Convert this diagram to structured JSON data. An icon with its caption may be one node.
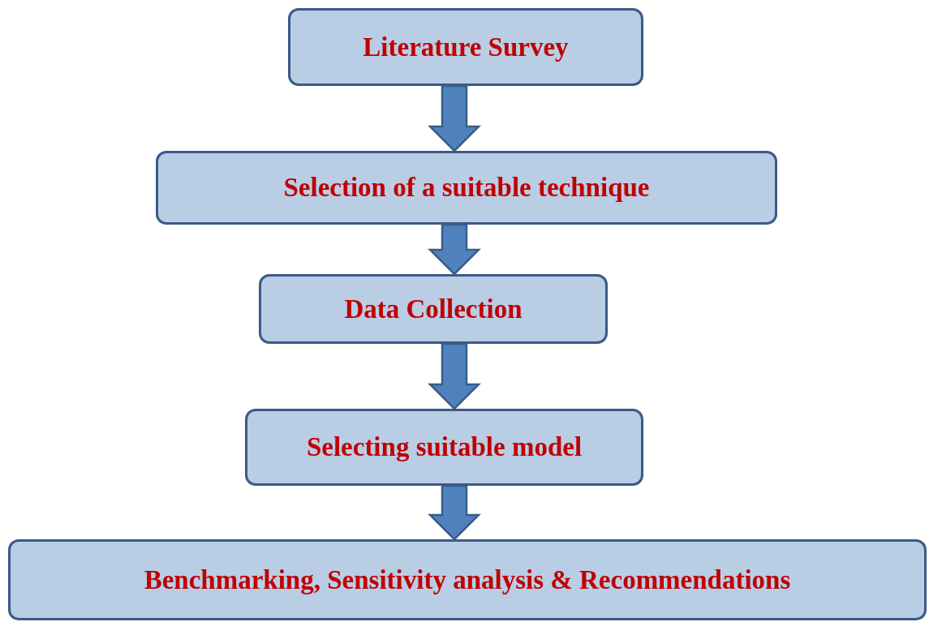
{
  "diagram": {
    "nodes": [
      {
        "text": [
          "Literature Survey"
        ]
      },
      {
        "text": [
          "Selection of a suitable technique"
        ]
      },
      {
        "text": [
          "Data Collection"
        ]
      },
      {
        "text": [
          "Selecting suitable model"
        ]
      },
      {
        "text": [
          "Benchmarking, Sensitivity analysis & Recommendations"
        ]
      }
    ],
    "edges": [
      {
        "from": 0,
        "to": 1,
        "arrow": "to"
      },
      {
        "from": 1,
        "to": 2,
        "arrow": "to"
      },
      {
        "from": 2,
        "to": 3,
        "arrow": "to"
      },
      {
        "from": 3,
        "to": 4,
        "arrow": "to"
      }
    ]
  }
}
